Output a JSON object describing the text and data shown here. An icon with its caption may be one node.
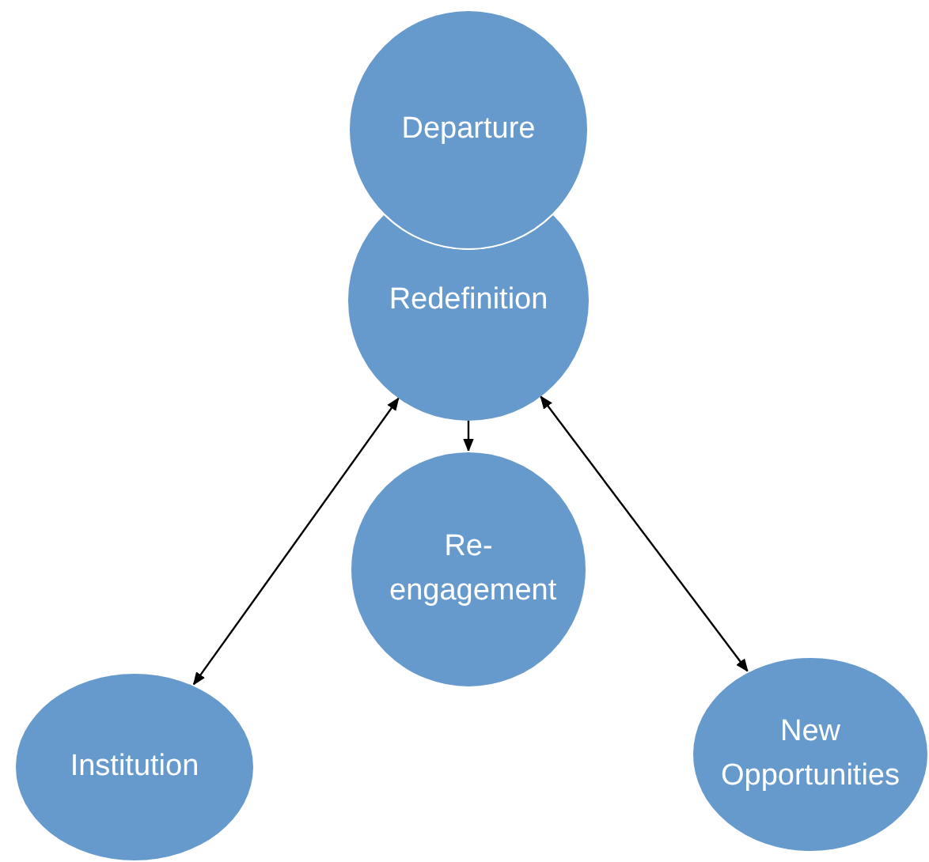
{
  "diagram": {
    "nodes": [
      {
        "text": [
          "Departure"
        ]
      },
      {
        "text": [
          "Redefinition"
        ]
      },
      {
        "text": [
          "Re- engagement"
        ]
      },
      {
        "text": [
          "Institution"
        ]
      },
      {
        "text": [
          "New Opportunities"
        ]
      }
    ],
    "edges": [
      {
        "from": 1,
        "to": 2,
        "arrow": "to"
      },
      {
        "from": 1,
        "to": 3,
        "arrow": "both"
      },
      {
        "from": 1,
        "to": 4,
        "arrow": "both"
      }
    ]
  }
}
